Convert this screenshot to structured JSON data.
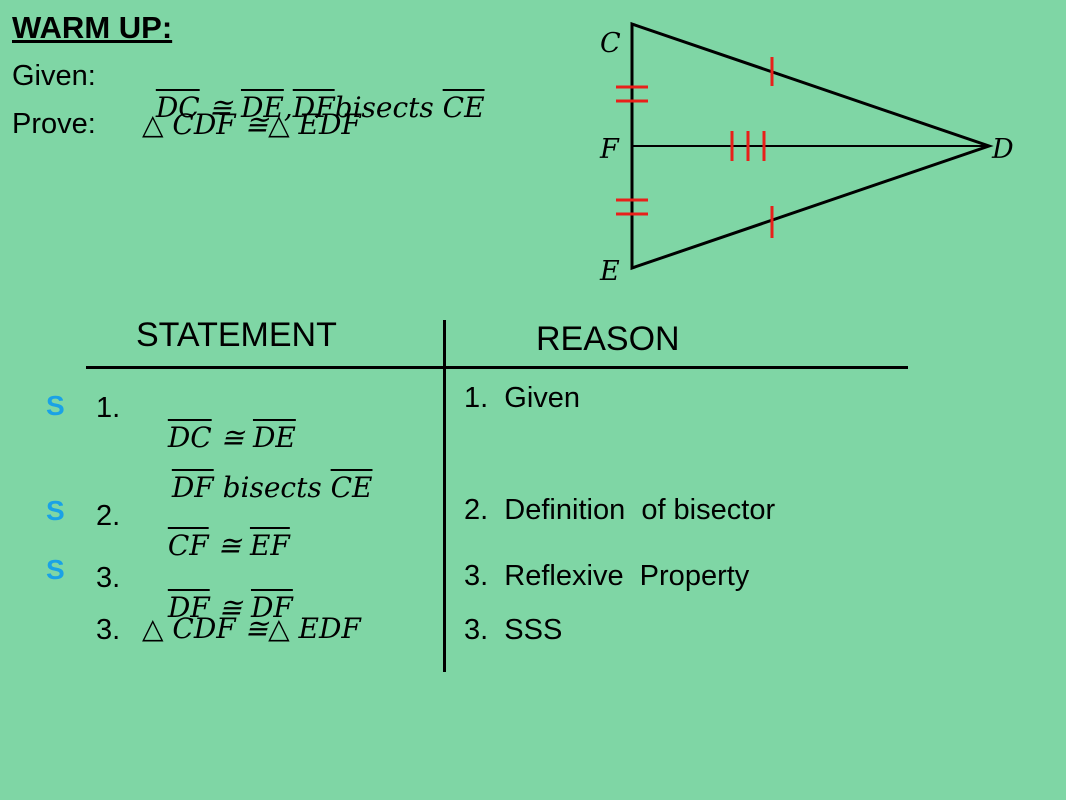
{
  "warmup": {
    "title": "WARM UP:",
    "given_label": "Given:",
    "given_parts": [
      "DC",
      " ≅ ",
      "DE",
      ",",
      "DF",
      "bisects ",
      "CE"
    ],
    "prove_label": "Prove:",
    "prove_text": "△ CDF ≅△ EDF"
  },
  "diagram": {
    "vertex_labels": {
      "C": "C",
      "D": "D",
      "E": "E",
      "F": "F"
    }
  },
  "table": {
    "statement_header": "STATEMENT",
    "reason_header": "REASON",
    "s_markers": [
      "S",
      "S",
      "S"
    ],
    "rows": [
      {
        "num": "1.",
        "statement_a": [
          "DC",
          " ≅ ",
          "DE"
        ],
        "statement_b": [
          "DF",
          " bisects ",
          "CE"
        ],
        "reason": "1.  Given"
      },
      {
        "num": "2.",
        "statement": [
          "CF",
          " ≅ ",
          "EF"
        ],
        "reason": "2.  Definition  of bisector"
      },
      {
        "num": "3.",
        "statement": [
          "DF",
          " ≅ ",
          "DF"
        ],
        "reason": "3.  Reflexive  Property"
      },
      {
        "num": "3.",
        "statement_text": "△ CDF ≅△ EDF",
        "reason": "3.  SSS"
      }
    ]
  },
  "colors": {
    "background": "#7fd6a5",
    "tick_marks": "#e8201a",
    "s_marker": "#1aa2e6"
  }
}
